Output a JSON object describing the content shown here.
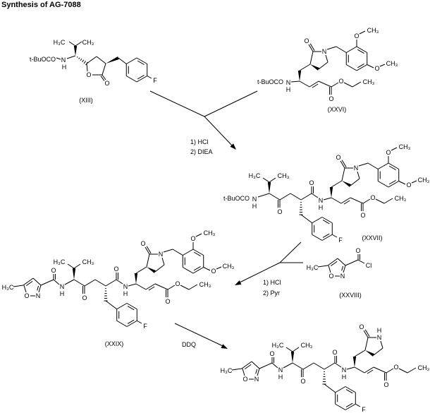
{
  "title": "Synthesis of AG-7088",
  "atoms": {
    "o": "O",
    "n": "N",
    "h": "H",
    "f": "F",
    "cl": "Cl",
    "h3c": "H₃C",
    "ch3": "CH₃",
    "boc": "t-BuOCO"
  },
  "compounds": {
    "xiii": "(XIII)",
    "xxvi": "(XXVI)",
    "xxvii": "(XXVII)",
    "xxviii": "(XXVIII)",
    "xxix": "(XXIX)"
  },
  "reagents": {
    "step1": [
      "1) HCl",
      "2) DIEA"
    ],
    "step2": [
      "1) HCl",
      "2) Pyr"
    ],
    "step3": "DDQ"
  }
}
